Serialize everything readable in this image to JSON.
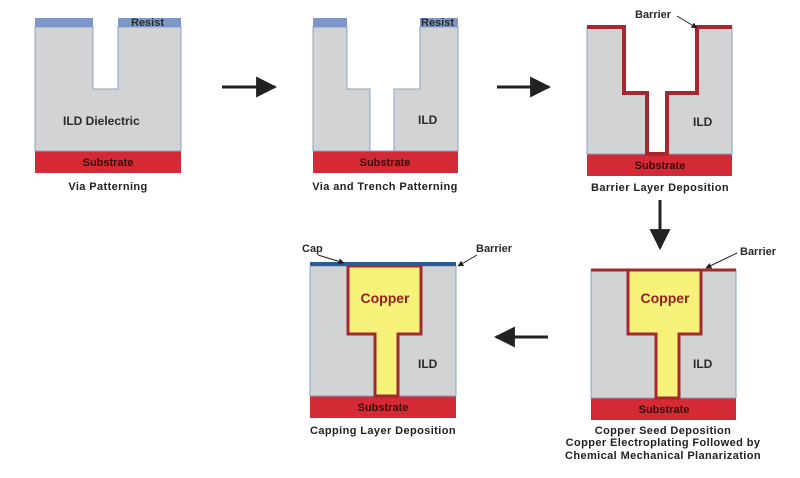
{
  "colors": {
    "dielectric": "#d2d3d5",
    "dielectric_edge": "#8aa0c8",
    "resist": "#7f97c6",
    "substrate": "#d42a36",
    "barrier": "#a4282e",
    "copper": "#f7f27a",
    "cap": "#2a5d94",
    "arrow": "#222222"
  },
  "steps": [
    {
      "caption": "Via Patterning",
      "labels": {
        "resist": "Resist",
        "dielectric": "ILD Dielectric",
        "substrate": "Substrate"
      }
    },
    {
      "caption": "Via and Trench Patterning",
      "labels": {
        "resist": "Resist",
        "dielectric": "ILD",
        "substrate": "Substrate"
      }
    },
    {
      "caption": "Barrier Layer Deposition",
      "labels": {
        "barrier": "Barrier",
        "dielectric": "ILD",
        "substrate": "Substrate"
      }
    },
    {
      "caption_lines": [
        "Copper Seed Deposition",
        "Copper Electroplating Followed by",
        "Chemical Mechanical Planarization"
      ],
      "labels": {
        "barrier": "Barrier",
        "copper": "Copper",
        "dielectric": "ILD",
        "substrate": "Substrate"
      }
    },
    {
      "caption": "Capping Layer Deposition",
      "labels": {
        "cap": "Cap",
        "barrier": "Barrier",
        "copper": "Copper",
        "dielectric": "ILD",
        "substrate": "Substrate"
      }
    }
  ]
}
